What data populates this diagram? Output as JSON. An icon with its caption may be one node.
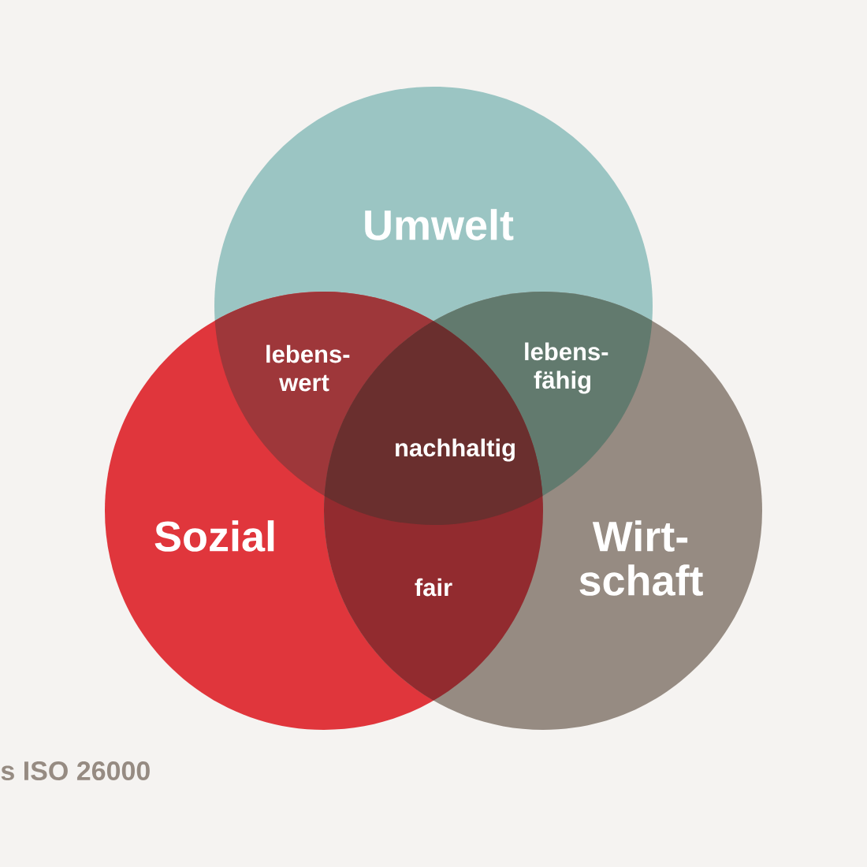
{
  "diagram": {
    "nodes": [
      {
        "text": [
          "Umwelt"
        ]
      },
      {
        "text": [
          "Sozial"
        ]
      },
      {
        "text": [
          "Wirt- schaft"
        ]
      }
    ],
    "labels": [
      "lebens- wert",
      "lebens- fähig",
      "nachhaltig",
      "fair",
      "s ISO 26000"
    ]
  }
}
